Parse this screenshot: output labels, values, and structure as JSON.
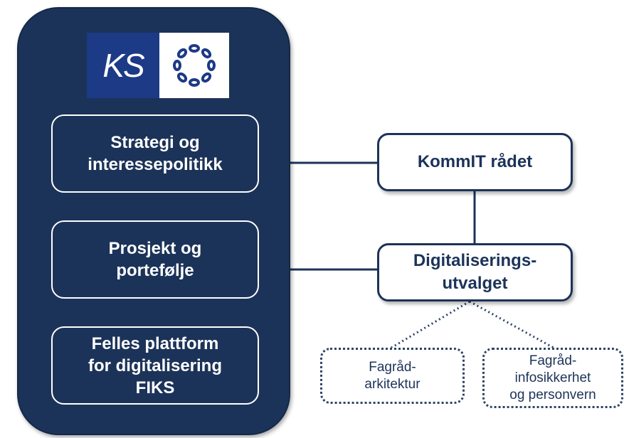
{
  "logo": {
    "text": "KS",
    "left_color": "#1d3a87",
    "icon": "chain-ring-icon"
  },
  "left_panel": {
    "items": [
      {
        "label": "Strategi og\ninteressepolitikk"
      },
      {
        "label": "Prosjekt og\nportefølje"
      },
      {
        "label": "Felles plattform\nfor digitalisering\nFIKS"
      }
    ]
  },
  "right_nodes": {
    "kommit": "KommIT rådet",
    "digital": "Digitaliserings-\nutvalget"
  },
  "subgroups": [
    {
      "label": "Fagråd-\narkitektur"
    },
    {
      "label": "Fagråd-\ninfosikkerhet\nog personvern"
    }
  ],
  "colors": {
    "navy": "#1c3359",
    "white": "#ffffff"
  }
}
